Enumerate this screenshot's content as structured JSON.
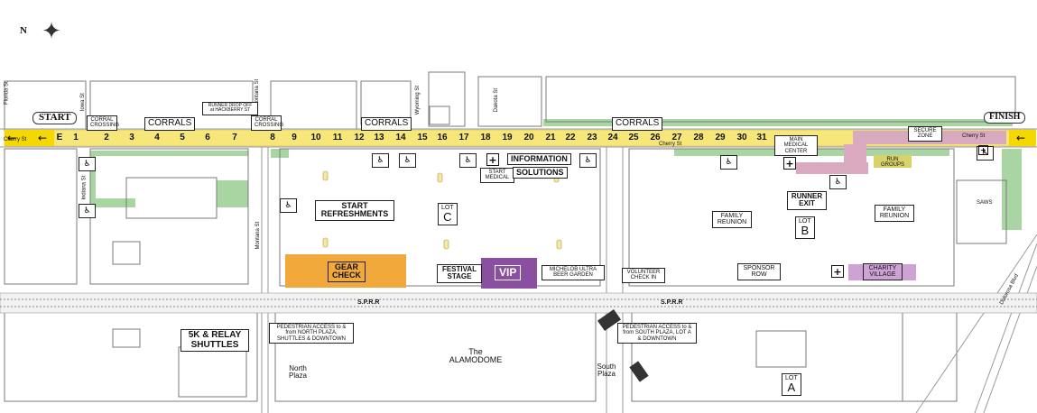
{
  "compass": {
    "label": "N"
  },
  "streets": {
    "cherry_st": "Cherry St",
    "cherry_st_mid": "Cherry St",
    "cherry_st_right": "Cherry St",
    "montana_st": "Montana St",
    "iowa_st": "Iowa St",
    "florida_st": "Florida St",
    "dakota_st": "Dakota St",
    "wyoming_st": "Wyoming St",
    "indiana_st": "Indiana St",
    "montana_st_lower": "Montana St",
    "dolorosa_blvd": "Dolorosa Blvd"
  },
  "corrals": {
    "numbers": [
      "E",
      "1",
      "2",
      "3",
      "4",
      "5",
      "6",
      "7",
      "8",
      "9",
      "10",
      "11",
      "12",
      "13",
      "14",
      "15",
      "16",
      "17",
      "18",
      "19",
      "20",
      "21",
      "22",
      "23",
      "24",
      "25",
      "26",
      "27",
      "28",
      "29",
      "30",
      "31"
    ],
    "label_left": "CORRALS",
    "label_mid": "CORRALS",
    "label_right": "CORRALS",
    "corral_crossing_1": "CORRAL CROSSING",
    "corral_crossing_2": "CORRAL CROSSING",
    "runner_drop_off": "RUNNER DROP OFF at HACKBERRY ST"
  },
  "banners": {
    "start": "START",
    "finish": "FINISH"
  },
  "areas": {
    "start_refreshments": "START REFRESHMENTS",
    "lot_c": {
      "top": "LOT",
      "letter": "C"
    },
    "lot_b": {
      "top": "LOT",
      "letter": "B"
    },
    "lot_a": {
      "top": "LOT",
      "letter": "A"
    },
    "start_medical": "START MEDICAL",
    "information": "INFORMATION",
    "solutions": "SOLUTIONS",
    "gear_check": "GEAR CHECK",
    "festival_stage": "FESTIVAL STAGE",
    "vip": "VIP",
    "michelob": "MICHELOB ULTRA BEER GARDEN",
    "volunteer_check_in": "VOLUNTEER CHECK IN",
    "main_medical": "MAIN MEDICAL CENTER",
    "runner_exit": "RUNNER EXIT",
    "family_reunion_1": "FAMILY REUNION",
    "family_reunion_2": "FAMILY REUNION",
    "run_groups": "RUN GROUPS",
    "secure_zone": "SECURE ZONE",
    "sponsor_row": "SPONSOR ROW",
    "charity_village": "CHARITY VILLAGE",
    "saws": "SAWS",
    "sprr_1": "S.P.R.R",
    "sprr_2": "S.P.R.R",
    "shuttles": "5K & RELAY SHUTTLES",
    "ped_north": "PEDESTRIAN ACCESS to & from NORTH PLAZA, SHUTTLES & DOWNTOWN",
    "ped_south": "PEDESTRIAN ACCESS to & from SOUTH PLAZA, LOT A & DOWNTOWN",
    "north_plaza": "North Plaza",
    "alamodome": "The ALAMODOME",
    "south_plaza": "South Plaza"
  },
  "colors": {
    "course_yellow": "#f7e77a",
    "green": "#a8d5a2",
    "gear_orange": "#f2a93b",
    "vip_purple": "#8a4fa0",
    "runner_pink": "#d9aabf",
    "charity_purple": "#cfa2d6",
    "run_groups_olive": "#d8d26a"
  }
}
